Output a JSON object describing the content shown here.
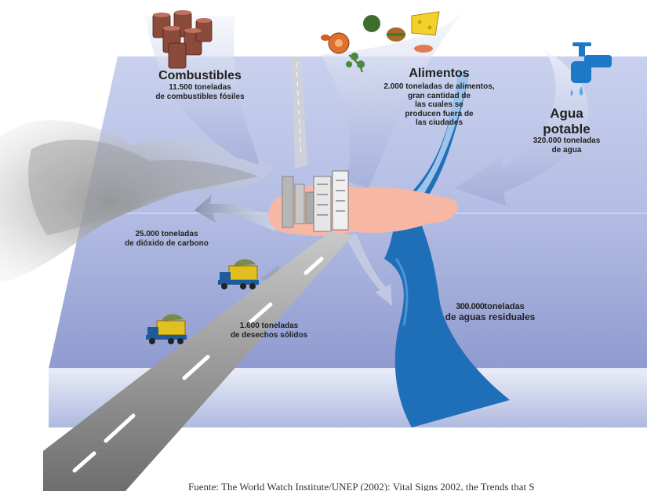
{
  "combustibles": {
    "title": "Combustibles",
    "line1": "11.500 toneladas",
    "line2": "de combustibles fósiles"
  },
  "alimentos": {
    "title": "Alimentos",
    "lines": [
      "2.000 toneladas de alimentos,",
      "gran cantidad de",
      "las cuales se",
      "producen fuera de",
      "las ciudades"
    ]
  },
  "agua": {
    "title1": "Agua",
    "title2": "potable",
    "line1": "320.000 toneladas",
    "line2": "de agua"
  },
  "co2": {
    "line1": "25.000 toneladas",
    "line2": "de dióxido de carbono"
  },
  "residuos_solidos": {
    "line1": "1.600 toneladas",
    "line2": "de desechos sólidos"
  },
  "aguas_residuales": {
    "number": "300.000",
    "unit": "toneladas",
    "line2": "de aguas residuales"
  },
  "source": "Fuente: The World Watch Institute/UNEP (2002): Vital Signs 2002, the Trends that S",
  "icons": [
    "oil-barrels-icon",
    "food-icon",
    "water-tap-icon",
    "city-buildings-icon",
    "garbage-truck-icon"
  ],
  "colors": {
    "plane_top": "#c4cdea",
    "plane_mid": "#9ea9d6",
    "river": "#1f6fb8",
    "city": "#f6b8a4",
    "road": "#8a8a8a"
  }
}
